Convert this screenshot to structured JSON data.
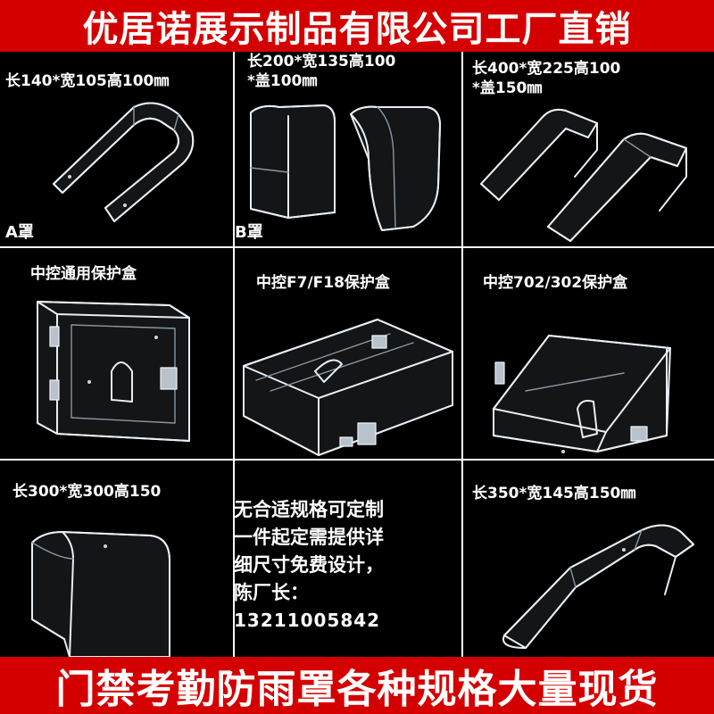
{
  "header": {
    "title": "优居诺展示制品有限公司工厂直销"
  },
  "footer": {
    "title": "门禁考勤防雨罩各种规格大量现货"
  },
  "products": {
    "a_cover": {
      "size": "长140*宽105高100㎜",
      "tag": "A罩"
    },
    "b_cover": {
      "size_line1": "长200*宽135高100",
      "size_line2": "*盖100㎜",
      "tag": "B罩"
    },
    "large_cover": {
      "size_line1": "长400*宽225高100",
      "size_line2": "*盖150㎜"
    },
    "zk_general_box": {
      "title": "中控通用保护盒"
    },
    "zk_f7_box": {
      "title": "中控F7/F18保护盒"
    },
    "zk_702_box": {
      "title": "中控702/302保护盒"
    },
    "cover_300": {
      "size": "长300*宽300高150"
    },
    "cover_350": {
      "size": "长350*宽145高150㎜"
    }
  },
  "custom_info": {
    "line1": "无合适规格可定制",
    "line2": "一件起定需提供详",
    "line3": "细尺寸免费设计，",
    "line4": "陈厂长：",
    "phone": "13211005842"
  },
  "colors": {
    "banner_red": "#d40000",
    "cell_black": "#000000",
    "text_white": "#ffffff"
  }
}
